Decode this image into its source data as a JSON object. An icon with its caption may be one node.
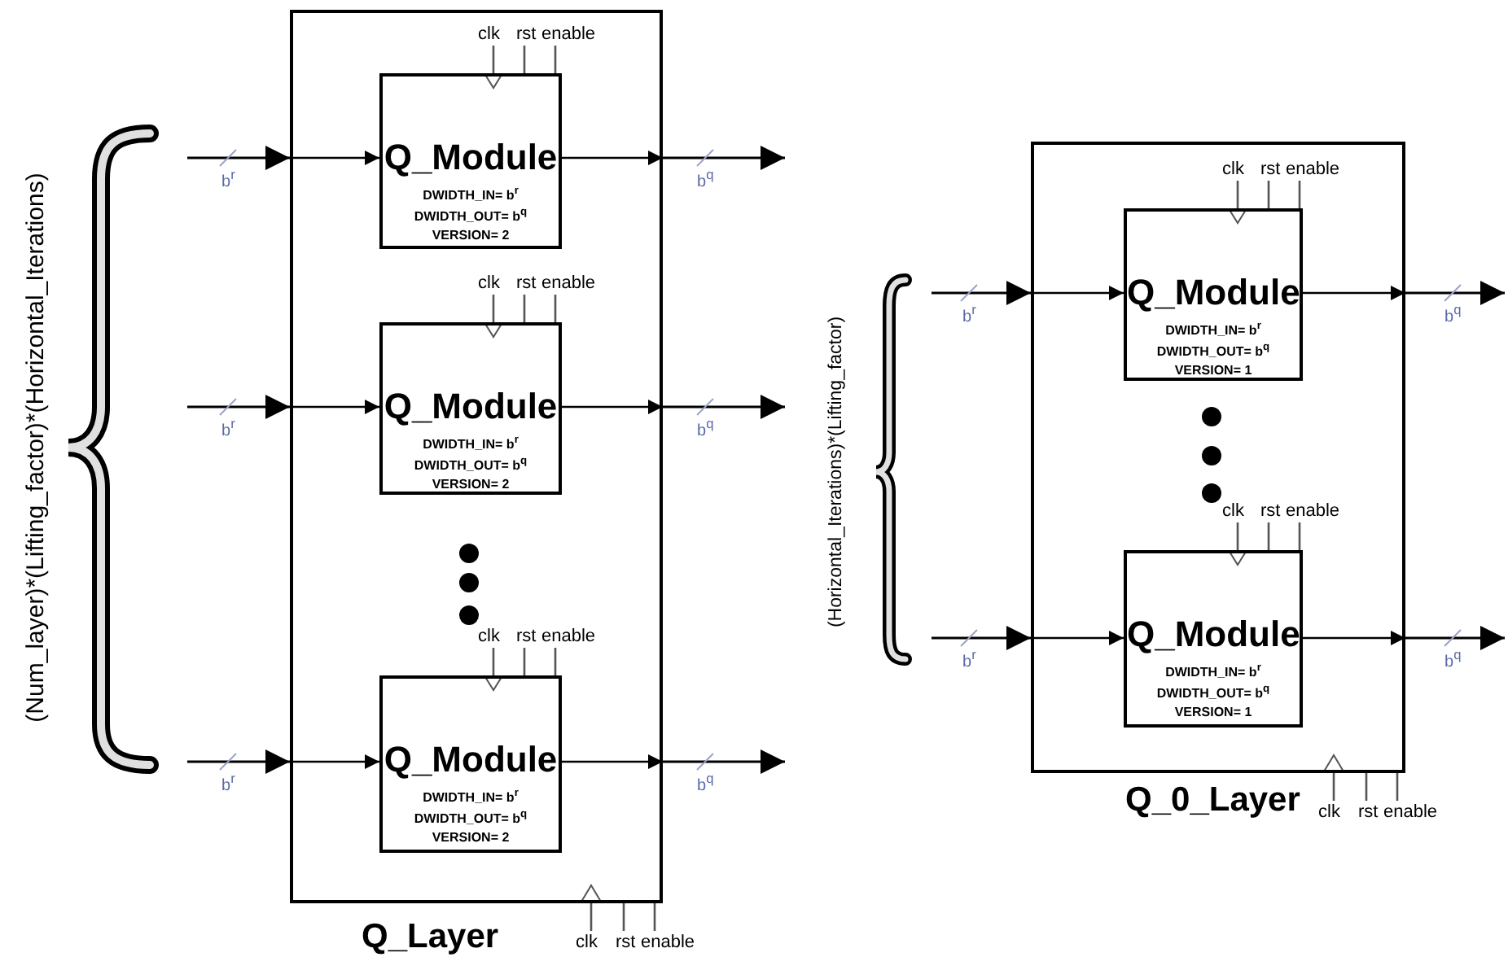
{
  "diagram": {
    "nodes": [
      {
        "text": [
          "Q_Layer"
        ]
      },
      {
        "text": [
          "Q_Module",
          "DWIDTH_IN= b$^{r}$ DWIDTH_OUT= b$^{q}$ VERSION= 2"
        ],
        "in": 0
      },
      {
        "text": [
          "Q_Module",
          "DWIDTH_IN= b$^{r}$ DWIDTH_OUT= b$^{q}$ VERSION= 2"
        ],
        "in": 0
      },
      {
        "text": [
          "Q_Module",
          "DWIDTH_IN= b$^{r}$ DWIDTH_OUT= b$^{q}$ VERSION= 2"
        ],
        "in": 0
      },
      {
        "text": [
          "Q_0_Layer"
        ]
      },
      {
        "text": [
          "Q_Module",
          "DWIDTH_IN= b$^{r}$ DWIDTH_OUT= b$^{q}$ VERSION= 1"
        ],
        "in": 4
      },
      {
        "text": [
          "Q_Module",
          "DWIDTH_IN= b$^{r}$ DWIDTH_OUT= b$^{q}$ VERSION= 1"
        ],
        "in": 4
      }
    ],
    "edges": [
      {
        "from": null,
        "to": 0,
        "arrow": "to",
        "label": "b$^{r}$"
      },
      {
        "from": 0,
        "to": 1,
        "arrow": "to"
      },
      {
        "from": 1,
        "to": 0,
        "arrow": "to"
      },
      {
        "from": 0,
        "to": null,
        "arrow": "to",
        "label": "b$^{q}$"
      },
      {
        "from": null,
        "to": 0,
        "arrow": "to",
        "label": "b$^{r}$"
      },
      {
        "from": 0,
        "to": 2,
        "arrow": "to"
      },
      {
        "from": 2,
        "to": 0,
        "arrow": "to"
      },
      {
        "from": 0,
        "to": null,
        "arrow": "to",
        "label": "b$^{q}$"
      },
      {
        "from": null,
        "to": 0,
        "arrow": "to",
        "label": "b$^{r}$"
      },
      {
        "from": 0,
        "to": 3,
        "arrow": "to"
      },
      {
        "from": 3,
        "to": 0,
        "arrow": "to"
      },
      {
        "from": 0,
        "to": null,
        "arrow": "to",
        "label": "b$^{q}$"
      },
      {
        "from": null,
        "to": 4,
        "arrow": "to",
        "label": "b$^{r}$"
      },
      {
        "from": 4,
        "to": 5,
        "arrow": "to"
      },
      {
        "from": 5,
        "to": 4,
        "arrow": "to"
      },
      {
        "from": 4,
        "to": null,
        "arrow": "to",
        "label": "b$^{q}$"
      },
      {
        "from": null,
        "to": 4,
        "arrow": "to",
        "label": "b$^{r}$"
      },
      {
        "from": 4,
        "to": 6,
        "arrow": "to"
      },
      {
        "from": 6,
        "to": 4,
        "arrow": "to"
      },
      {
        "from": 4,
        "to": null,
        "arrow": "to",
        "label": "b$^{q}$"
      }
    ],
    "labels": [
      "(Num_layer)*(Lifting_factor)*(Horizontal_Iterations)",
      "clk",
      "rst",
      "enable",
      "clk",
      "rst",
      "enable",
      "clk",
      "rst",
      "enable",
      "clk",
      "rst",
      "enable",
      "(Horizontal_Iterations)*(Lifting_factor)",
      "clk",
      "rst",
      "enable",
      "clk",
      "rst",
      "enable",
      "clk",
      "rst",
      "enable"
    ]
  }
}
